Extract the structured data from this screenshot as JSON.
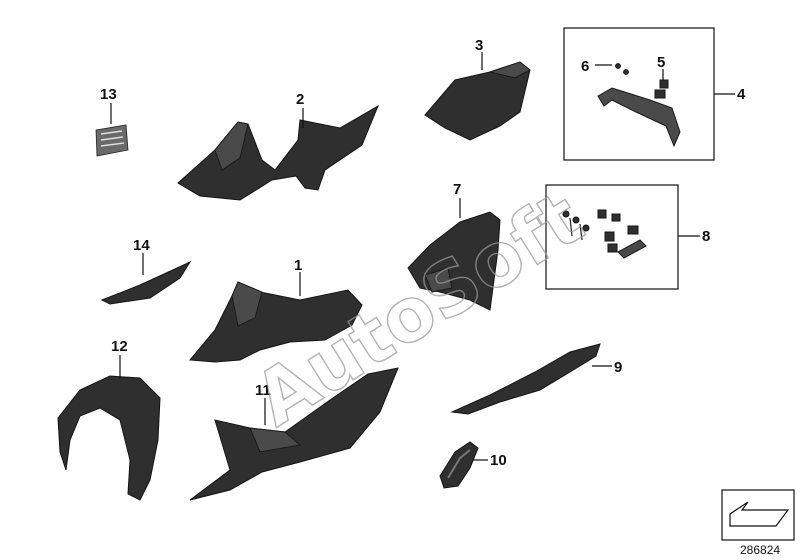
{
  "diagram": {
    "callouts": [
      "1",
      "2",
      "3",
      "4",
      "5",
      "6",
      "7",
      "8",
      "9",
      "10",
      "11",
      "12",
      "13",
      "14"
    ],
    "watermark": "AutoSoft",
    "diagram_id": "286824",
    "colors": {
      "part": "#2f2f2f",
      "line": "#111111",
      "background": "#ffffff"
    }
  }
}
